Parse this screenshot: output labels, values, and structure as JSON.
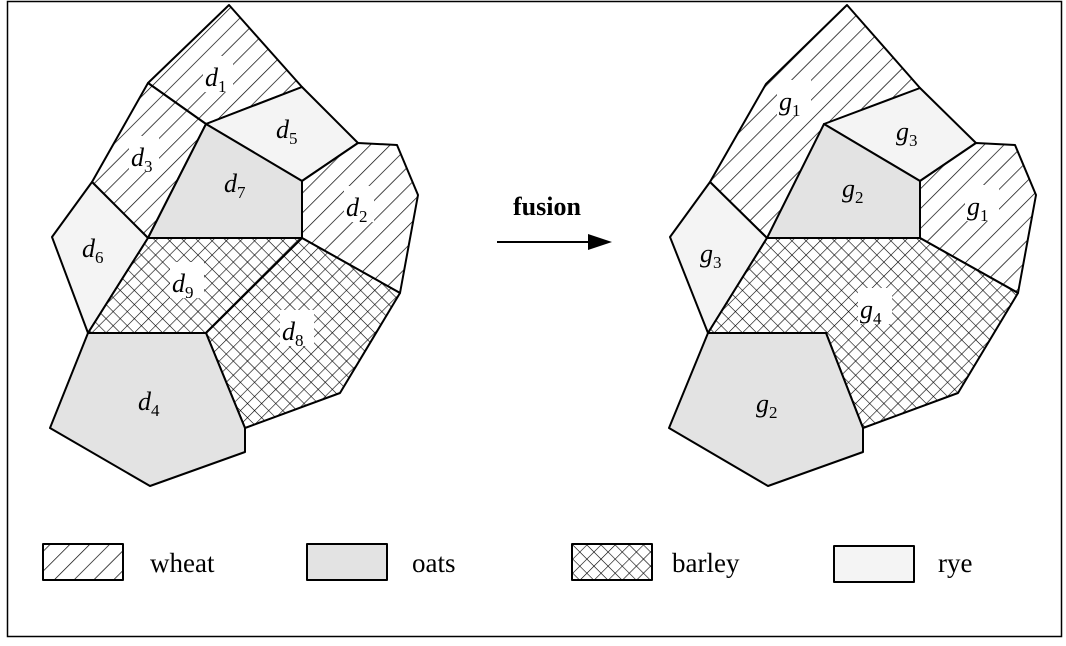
{
  "arrow": {
    "label": "fusion"
  },
  "colors": {
    "wheat": "#ffffff",
    "oats": "#e3e3e3",
    "barley": "#ffffff",
    "rye": "#f4f4f4",
    "stroke": "#000000"
  },
  "left_map": {
    "labels": [
      {
        "id": "d1",
        "letter": "d",
        "sub": "1"
      },
      {
        "id": "d2",
        "letter": "d",
        "sub": "2"
      },
      {
        "id": "d3",
        "letter": "d",
        "sub": "3"
      },
      {
        "id": "d4",
        "letter": "d",
        "sub": "4"
      },
      {
        "id": "d5",
        "letter": "d",
        "sub": "5"
      },
      {
        "id": "d6",
        "letter": "d",
        "sub": "6"
      },
      {
        "id": "d7",
        "letter": "d",
        "sub": "7"
      },
      {
        "id": "d8",
        "letter": "d",
        "sub": "8"
      },
      {
        "id": "d9",
        "letter": "d",
        "sub": "9"
      }
    ]
  },
  "right_map": {
    "labels": [
      {
        "id": "g1a",
        "letter": "g",
        "sub": "1"
      },
      {
        "id": "g1b",
        "letter": "g",
        "sub": "1"
      },
      {
        "id": "g2a",
        "letter": "g",
        "sub": "2"
      },
      {
        "id": "g2b",
        "letter": "g",
        "sub": "2"
      },
      {
        "id": "g3a",
        "letter": "g",
        "sub": "3"
      },
      {
        "id": "g3b",
        "letter": "g",
        "sub": "3"
      },
      {
        "id": "g4",
        "letter": "g",
        "sub": "4"
      }
    ]
  },
  "legend": [
    {
      "key": "wheat",
      "label": "wheat"
    },
    {
      "key": "oats",
      "label": "oats"
    },
    {
      "key": "barley",
      "label": "barley"
    },
    {
      "key": "rye",
      "label": "rye"
    }
  ]
}
